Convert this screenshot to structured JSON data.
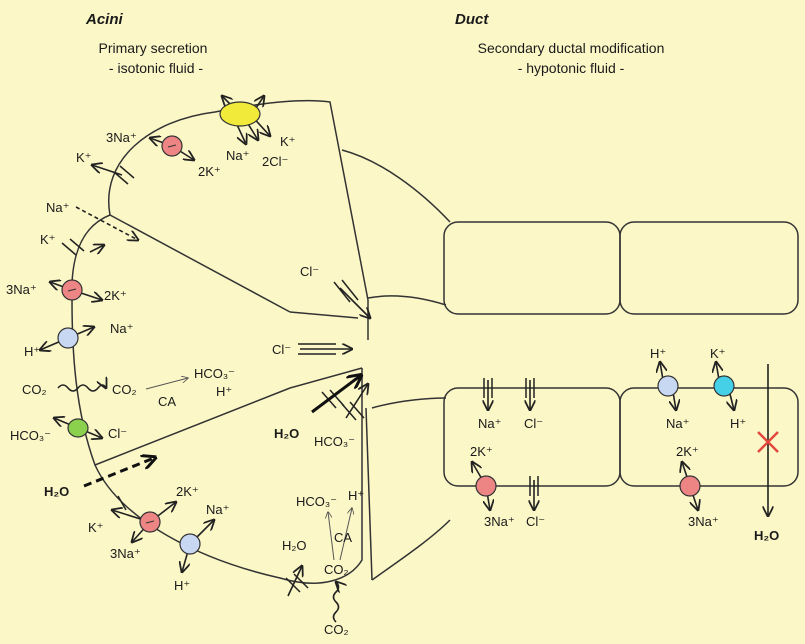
{
  "headers": {
    "acini_title": "Acini",
    "acini_line1": "Primary secretion",
    "acini_line2": "- isotonic fluid -",
    "duct_title": "Duct",
    "duct_line1": "Secondary ductal modification",
    "duct_line2": "- hypotonic fluid -"
  },
  "acinar": {
    "pump_top_left": "3Na⁺",
    "pump_top_right": "2K⁺",
    "k_channel_top": "K⁺",
    "nkcc_na": "Na⁺",
    "nkcc_k": "K⁺",
    "nkcc_cl": "2Cl⁻",
    "na_paracellular": "Na⁺",
    "k_channel_mid": "K⁺",
    "pump_mid_left": "3Na⁺",
    "pump_mid_right": "2K⁺",
    "nhe_na": "Na⁺",
    "nhe_h": "H⁺",
    "co2_in": "CO₂",
    "co2_mid": "CO₂",
    "hco3_product": "HCO₃⁻",
    "h_product": "H⁺",
    "ca_mid": "CA",
    "ae_hco3": "HCO₃⁻",
    "ae_cl": "Cl⁻",
    "cl_upper": "Cl⁻",
    "cl_center": "Cl⁻",
    "h2o_right": "H₂O",
    "hco3_lumen": "HCO₃⁻",
    "h2o_left": "H₂O",
    "pump_bot_k": "2K⁺",
    "pump_bot_na": "3Na⁺",
    "k_channel_bot": "K⁺",
    "nhe_bot_na": "Na⁺",
    "nhe_bot_h": "H⁺",
    "h2o_channel_bot": "H₂O",
    "hco3_bot": "HCO₃⁻",
    "h_bot": "H⁺",
    "ca_bot": "CA",
    "co2_bot": "CO₂",
    "co2_outside": "CO₂"
  },
  "duct": {
    "cell1_na": "Na⁺",
    "cell1_cl": "Cl⁻",
    "cell1_pump_k": "2K⁺",
    "cell1_pump_na": "3Na⁺",
    "cell1_cl_out": "Cl⁻",
    "cell2_h": "H⁺",
    "cell2_k": "K⁺",
    "cell2_na": "Na⁺",
    "cell2_h_in": "H⁺",
    "cell2_pump_k": "2K⁺",
    "cell2_pump_na": "3Na⁺",
    "water_blocked": "H₂O"
  },
  "colors": {
    "background": "#fbf7c7",
    "pump": "#ec8583",
    "exchanger": "#c9d8f2",
    "cotransporter": "#f2ea3a",
    "anion_exchanger": "#8bd14e",
    "k_exchanger": "#46d0e8",
    "block_cross": "#e2483d"
  }
}
